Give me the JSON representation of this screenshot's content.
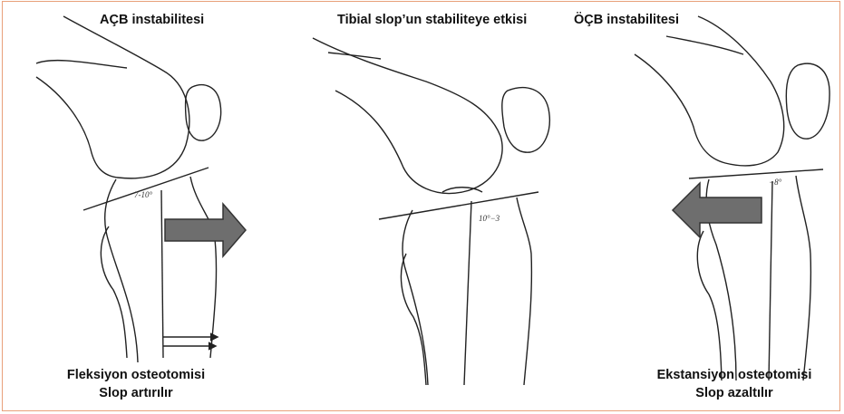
{
  "panels": [
    {
      "title": "AÇB instabilitesi",
      "angle_label": "7-10°",
      "caption_line1": "Fleksiyon osteotomisi",
      "caption_line2": "Slop artırılır"
    },
    {
      "title": "Tibial slop’un stabiliteye etkisi",
      "angle_label": "10°−3",
      "caption_line1": "",
      "caption_line2": ""
    },
    {
      "title": "ÖÇB instabilitesi",
      "angle_label": "−8°",
      "caption_line1": "Ekstansiyon osteotomisi",
      "caption_line2": "Slop azaltılır"
    }
  ],
  "colors": {
    "border": "#e8a07a",
    "arrow_fill": "#6e6e6e",
    "line": "#222222"
  }
}
